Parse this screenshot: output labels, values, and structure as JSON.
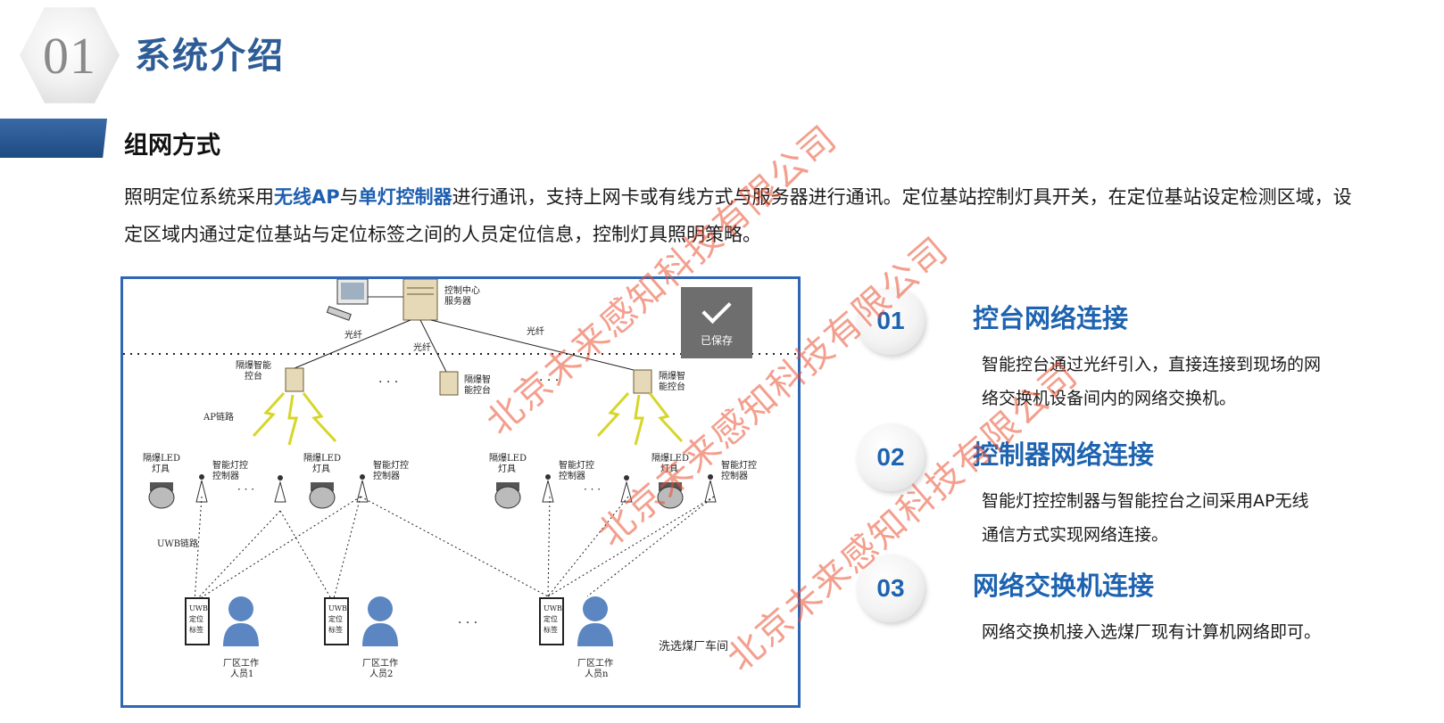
{
  "header": {
    "number": "01",
    "title": "系统介绍"
  },
  "section": {
    "title": "组网方式"
  },
  "intro": {
    "pre": "照明定位系统采用",
    "highlight1": "无线AP",
    "mid": "与",
    "highlight2": "单灯控制器",
    "post": "进行通讯，支持上网卡或有线方式与服务器进行通讯。定位基站控制灯具开关，在定位基站设定检测区域，设定区域内通过定位基站与定位标签之间的人员定位信息，控制灯具照明策略。"
  },
  "diagram": {
    "server_label": [
      "控制中心",
      "服务器"
    ],
    "fiber_label": "光纤",
    "console_label": [
      "隔爆智能",
      "控台"
    ],
    "console_label2": [
      "隔爆智",
      "能控台"
    ],
    "console_label3": [
      "隔爆智",
      "能控台"
    ],
    "ap_link_label": "AP链路",
    "led_label": [
      "隔爆LED",
      "灯具"
    ],
    "controller_label": [
      "智能灯控",
      "控制器"
    ],
    "uwb_link_label": "UWB链路",
    "tag_label": [
      "UWB",
      "定位",
      "标签"
    ],
    "worker_labels": [
      [
        "厂区工作",
        "人员1"
      ],
      [
        "厂区工作",
        "人员2"
      ],
      [
        "厂区工作",
        "人员n"
      ]
    ],
    "workshop_label": "洗选煤厂车间",
    "dots": "· · ·"
  },
  "saved_badge": {
    "label": "已保存"
  },
  "features": [
    {
      "number": "01",
      "title": "控台网络连接",
      "desc": "智能控台通过光纤引入，直接连接到现场的网络交换机设备间内的网络交换机。"
    },
    {
      "number": "02",
      "title": "控制器网络连接",
      "desc": "智能灯控控制器与智能控台之间采用AP无线通信方式实现网络连接。"
    },
    {
      "number": "03",
      "title": "网络交换机连接",
      "desc": "网络交换机接入选煤厂现有计算机网络即可。"
    }
  ],
  "watermark": {
    "text": "北京未来感知科技有限公司"
  },
  "colors": {
    "title_blue": "#2d5c96",
    "accent_blue": "#1e63b0",
    "frame_blue": "#2f66b4",
    "watermark_red": "#eb5032"
  }
}
